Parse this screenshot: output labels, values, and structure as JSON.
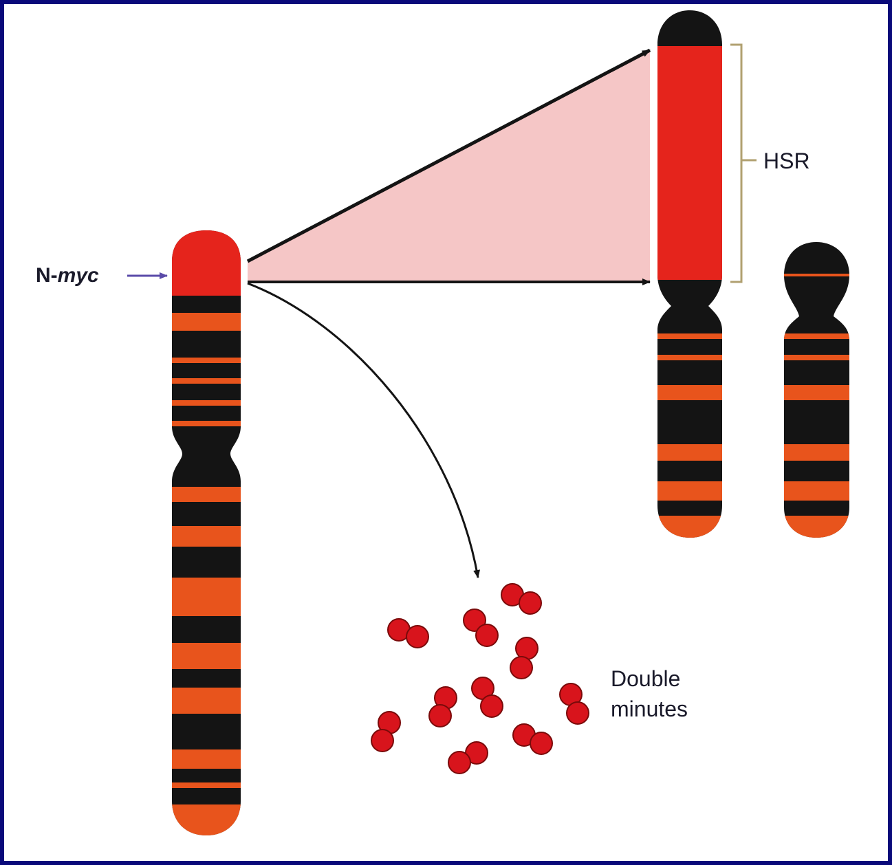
{
  "labels": {
    "gene_prefix": "N-",
    "gene_italic": "myc",
    "hsr": "HSR",
    "double_minutes_line1": "Double",
    "double_minutes_line2": "minutes"
  },
  "colors": {
    "chromatin_band": "#e8541c",
    "chromatin_dark": "#141414",
    "amplified_region": "#e5241c",
    "wedge_fill": "#f5c6c6",
    "double_minute": "#d8141c",
    "frame_border": "#0a0a7a",
    "arrow_gene": "#5a4aa8",
    "bracket": "#b0a070"
  }
}
